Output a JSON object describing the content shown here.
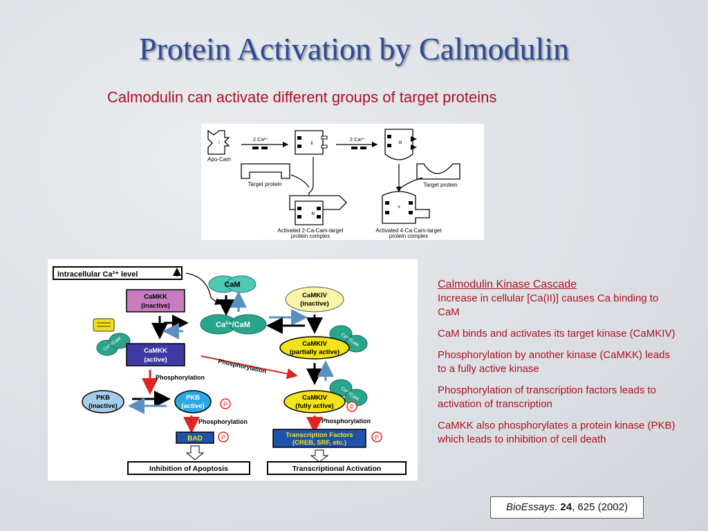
{
  "slide": {
    "title": "Protein Activation by Calmodulin",
    "subtitle": "Calmodulin can activate different groups of target proteins"
  },
  "top_figure": {
    "apo_label": "Apo-Cam",
    "state_i": "i",
    "state_ii": "ii",
    "state_iii": "iii",
    "state_iv": "iv",
    "state_v": "v",
    "ca_label_1": "2 Ca²⁺",
    "ca_label_2": "2 Ca²⁺",
    "target_left": "Target protein",
    "target_right": "Target protein",
    "complex_left_line1": "Activated 2-Ca-Cam-target",
    "complex_left_line2": "protein complex",
    "complex_right_line1": "Activated 4-Ca-Cam-target",
    "complex_right_line2": "protein complex"
  },
  "cascade": {
    "ca_level": "Intracellular Ca²⁺ level",
    "cam": "CaM",
    "ca_cam": "Ca²⁺/CaM",
    "ca_cam_small": "Ca²⁺/CaM",
    "camkk_inactive_1": "CaMKK",
    "camkk_inactive_2": "(inactive)",
    "camkk_active_1": "CaMKK",
    "camkk_active_2": "(active)",
    "camkiv_inactive_1": "CaMKIV",
    "camkiv_inactive_2": "(inactive)",
    "camkiv_partial_1": "CaMKIV",
    "camkiv_partial_2": "(partially active)",
    "camkiv_full_1": "CaMKIV",
    "camkiv_full_2": "(fully active)",
    "phospho_left": "Phosphorylation",
    "phospho_diag": "Phosphorylation",
    "phospho_pkb": "Phosphorylation",
    "phospho_right": "Phosphorylation",
    "pkb_inactive_1": "PKB",
    "pkb_inactive_2": "(inactive)",
    "pkb_active_1": "PKB",
    "pkb_active_2": "(active)",
    "bad": "BAD",
    "p": "P",
    "tf_1": "Transcription Factors",
    "tf_2": "(CREB, SRF, etc.)",
    "out_left": "Inhibition of Apoptosis",
    "out_right": "Transcriptional Activation"
  },
  "side": {
    "heading": "Calmodulin Kinase Cascade",
    "p1": "Increase in cellular [Ca(II)] causes Ca binding to CaM",
    "p2": "CaM binds and activates its target kinase (CaMKIV)",
    "p3": "Phosphorylation by another kinase (CaMKK) leads to a fully active kinase",
    "p4": "Phosphorylation of transcription factors leads to activation of transcription",
    "p5": "CaMKK also phosphorylates a protein kinase (PKB) which leads to inhibition of cell death"
  },
  "citation": {
    "journal": "BioEssays",
    "volume": "24",
    "rest": ", 625 (2002)"
  },
  "colors": {
    "title": "#2c4a96",
    "accent_red": "#b01020",
    "cam_teal": "#2aa58d",
    "camkk_pink": "#c87cc0",
    "camkk_active": "#3d3ba3",
    "pkb_blue": "#a6cde9",
    "camkiv_yellow": "#f4e31a",
    "arrow_red": "#e0241e"
  }
}
